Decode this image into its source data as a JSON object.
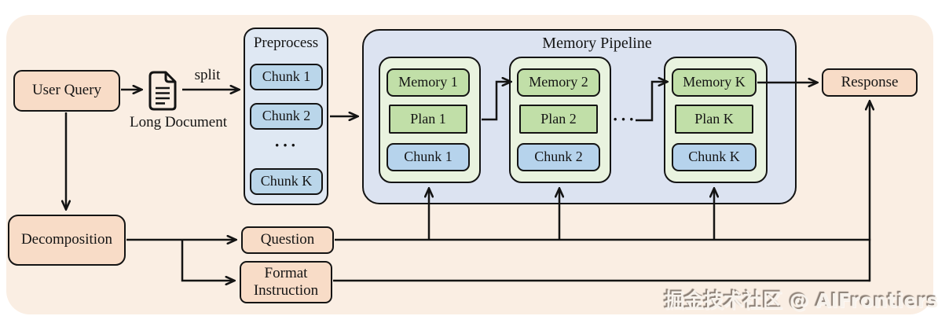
{
  "figure": {
    "nodes": {
      "user_query": "User Query",
      "long_document": "Long Document",
      "split_label": "split",
      "response": "Response",
      "decomposition": "Decomposition",
      "question": "Question",
      "format_instruction": "Format Instruction"
    },
    "preprocess": {
      "title": "Preprocess",
      "chunks": [
        "Chunk 1",
        "Chunk 2",
        "Chunk K"
      ],
      "ellipsis": "···"
    },
    "pipeline": {
      "title": "Memory Pipeline",
      "ellipsis": "···",
      "groups": [
        {
          "memory": "Memory 1",
          "plan": "Plan 1",
          "chunk": "Chunk 1"
        },
        {
          "memory": "Memory 2",
          "plan": "Plan 2",
          "chunk": "Chunk 2"
        },
        {
          "memory": "Memory K",
          "plan": "Plan K",
          "chunk": "Chunk K"
        }
      ]
    },
    "colors": {
      "panel_bg": "#faeee3",
      "peach_node": "#f8dcc7",
      "preprocess_bg": "#dfe8f3",
      "pipeline_bg": "#dce3f1",
      "group_bg": "#e9f3df",
      "green_chip": "#c1dfa8",
      "blue_chip": "#b6d3ec",
      "line": "#141414"
    }
  },
  "watermark": "掘金技术社区 @ AIFrontiers"
}
